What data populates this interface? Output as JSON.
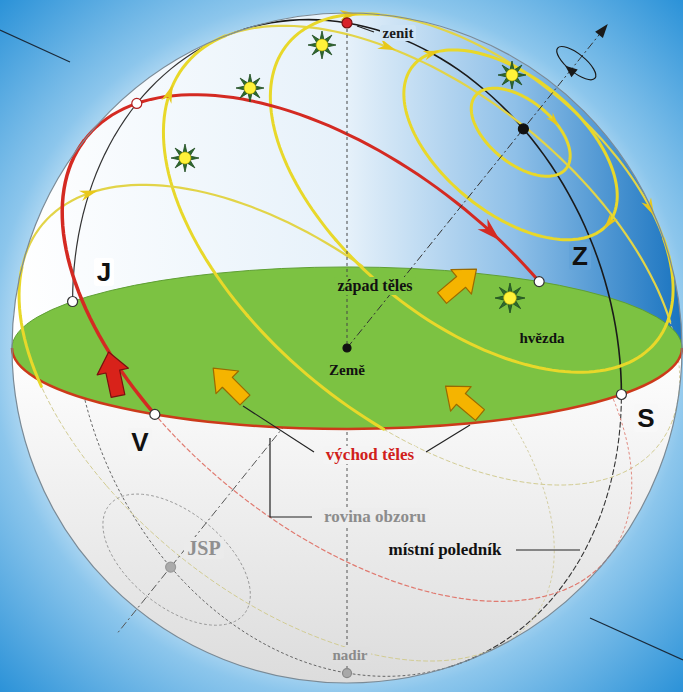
{
  "diagram": {
    "labels": [
      "zenit",
      "J",
      "Z",
      "západ těles",
      "hvězda",
      "Země",
      "V",
      "S",
      "východ těles",
      "rovina obzoru",
      "JSP",
      "místní poledník",
      "nadir"
    ]
  }
}
